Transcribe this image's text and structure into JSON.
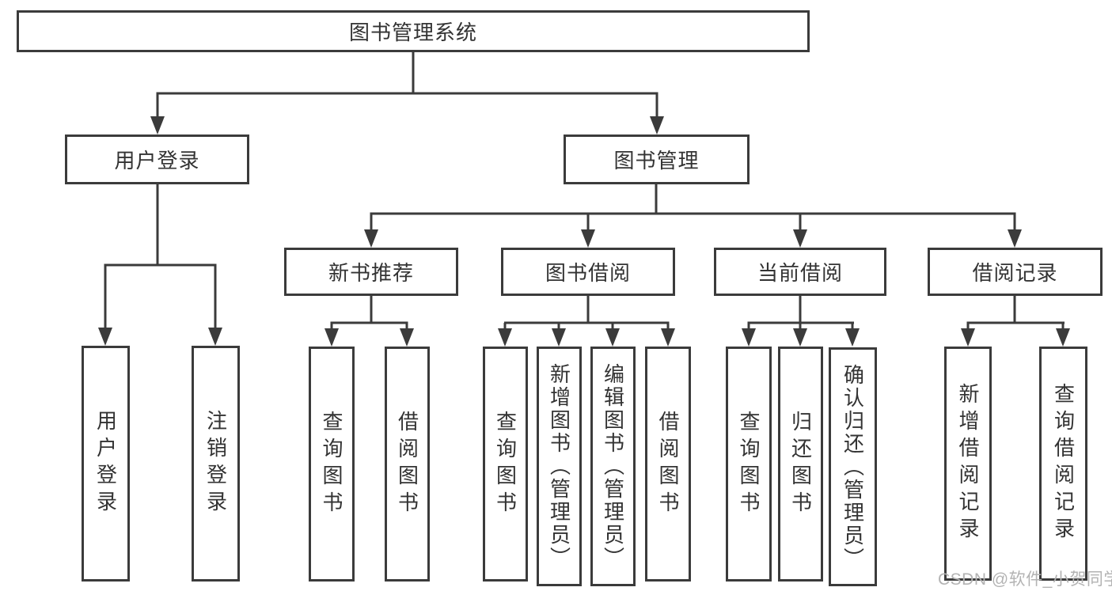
{
  "diagram": {
    "title": "图书管理系统",
    "level2": {
      "user_login": "用户登录",
      "book_mgmt": "图书管理"
    },
    "level3": {
      "new_book_rec": "新书推荐",
      "book_borrow": "图书借阅",
      "current_borrow": "当前借阅",
      "borrow_records": "借阅记录"
    },
    "leaves": {
      "user_login": "用户登录",
      "logout": "注销登录",
      "rec_query_book": "查询图书",
      "rec_borrow_book": "借阅图书",
      "bb_query_book": "查询图书",
      "bb_add_book": "新增图书（管理员）",
      "bb_edit_book": "编辑图书（管理员）",
      "bb_borrow_book": "借阅图书",
      "cb_query_book": "查询图书",
      "cb_return_book": "归还图书",
      "cb_confirm_return": "确认归还（管理员）",
      "br_add_record": "新增借阅记录",
      "br_query_record": "查询借阅记录"
    }
  },
  "watermark": "CSDN @软件_小贺同学",
  "colors": {
    "line": "#3b3b3b",
    "text": "#333333",
    "watermark": "#b3b3b3",
    "background": "#ffffff"
  }
}
